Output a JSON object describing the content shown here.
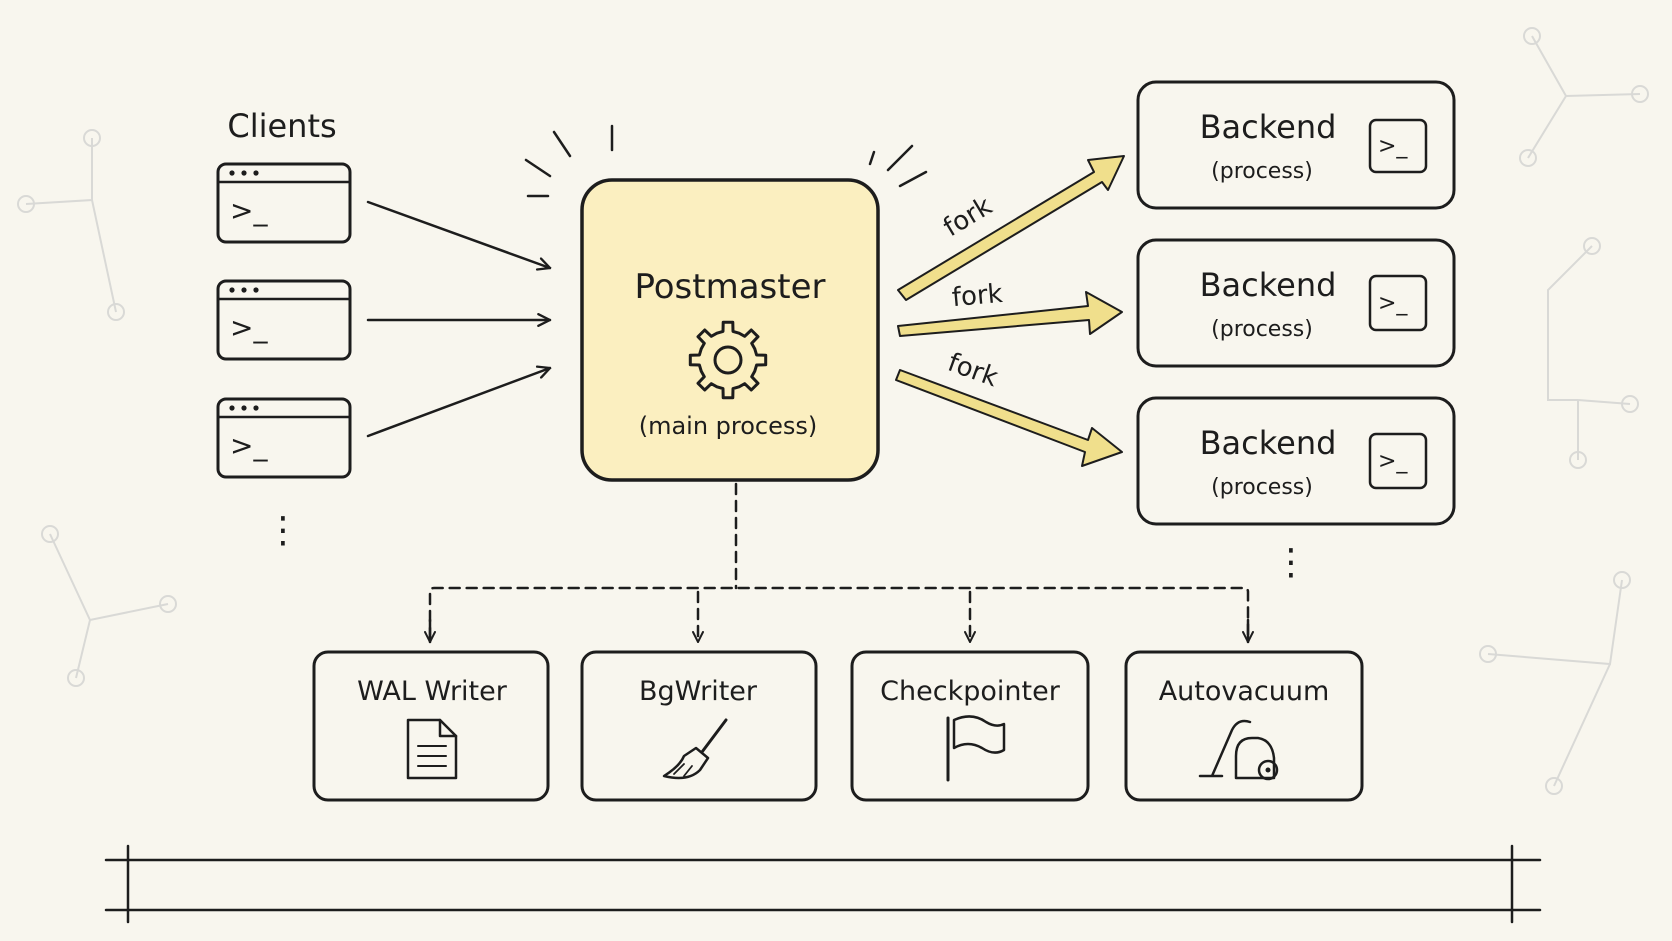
{
  "clients": {
    "title": "Clients",
    "items": [
      {
        "prompt": ">_"
      },
      {
        "prompt": ">_"
      },
      {
        "prompt": ">_"
      }
    ],
    "more": "⋮"
  },
  "postmaster": {
    "title": "Postmaster",
    "subtitle": "(main process)",
    "icon": "gear-icon",
    "fill": "#fbefc0"
  },
  "forks": [
    {
      "label": "fork"
    },
    {
      "label": "fork"
    },
    {
      "label": "fork"
    }
  ],
  "backends": {
    "items": [
      {
        "title": "Backend",
        "subtitle": "(process)",
        "prompt": ">_"
      },
      {
        "title": "Backend",
        "subtitle": "(process)",
        "prompt": ">_"
      },
      {
        "title": "Backend",
        "subtitle": "(process)",
        "prompt": ">_"
      }
    ],
    "more": "⋮"
  },
  "workers": [
    {
      "title": "WAL Writer",
      "icon": "document-icon"
    },
    {
      "title": "BgWriter",
      "icon": "broom-icon"
    },
    {
      "title": "Checkpointer",
      "icon": "flag-icon"
    },
    {
      "title": "Autovacuum",
      "icon": "vacuum-cleaner-icon"
    }
  ],
  "colors": {
    "background": "#f8f6ee",
    "ink": "#1d1d1d",
    "highlight": "#fbefc0",
    "fork_arrow": "#f0df8c"
  }
}
